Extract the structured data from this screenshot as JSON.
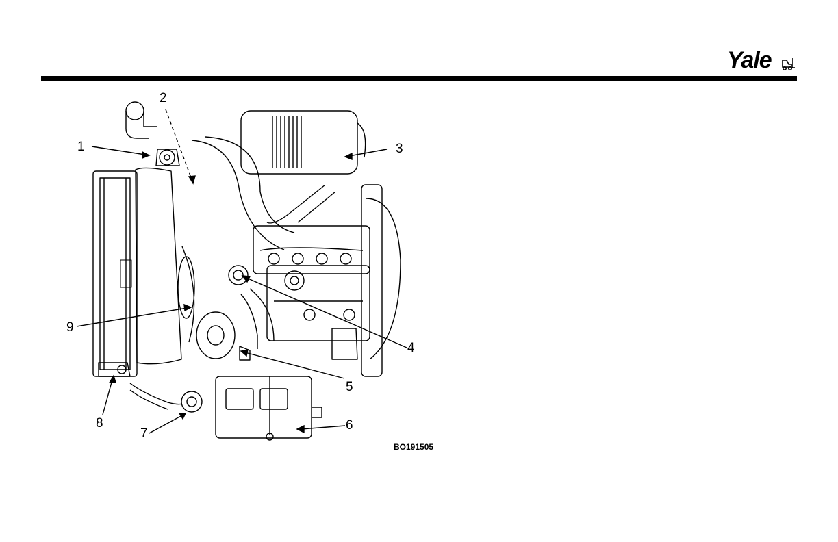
{
  "header": {
    "brand": "Yale"
  },
  "figure": {
    "callouts": [
      "1",
      "2",
      "3",
      "4",
      "5",
      "6",
      "7",
      "8",
      "9"
    ],
    "code": "BO191505"
  }
}
